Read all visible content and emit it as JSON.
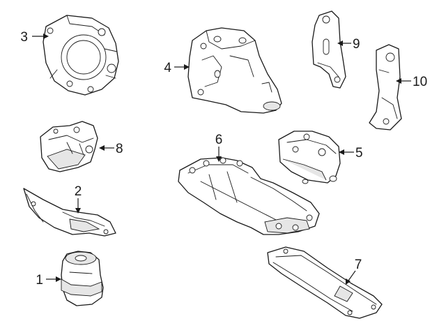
{
  "callouts": [
    {
      "key": "p1",
      "label": "1"
    },
    {
      "key": "p2",
      "label": "2"
    },
    {
      "key": "p3",
      "label": "3"
    },
    {
      "key": "p4",
      "label": "4"
    },
    {
      "key": "p5",
      "label": "5"
    },
    {
      "key": "p6",
      "label": "6"
    },
    {
      "key": "p7",
      "label": "7"
    },
    {
      "key": "p8",
      "label": "8"
    },
    {
      "key": "p9",
      "label": "9"
    },
    {
      "key": "p10",
      "label": "10"
    }
  ]
}
